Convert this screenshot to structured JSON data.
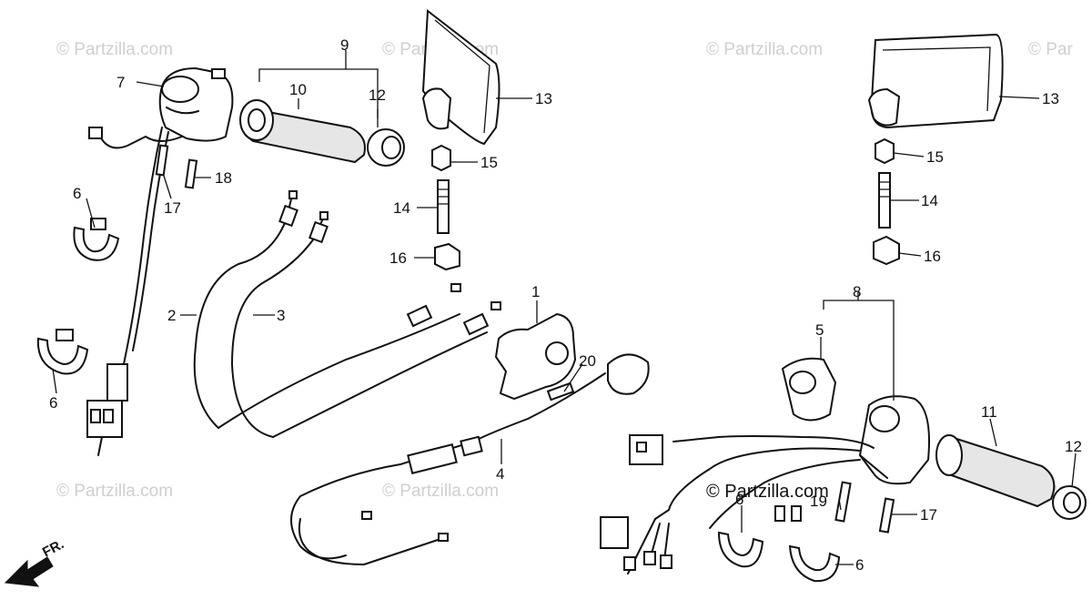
{
  "watermark": {
    "text": "© Partzilla.com",
    "cut_text": "© Par"
  },
  "direction_marker": {
    "label": "FR.",
    "icon": "arrow-forward-icon"
  },
  "callouts": {
    "c1": "1",
    "c2": "2",
    "c3": "3",
    "c4": "4",
    "c5": "5",
    "c6a": "6",
    "c6b": "6",
    "c6c": "6",
    "c6d": "6",
    "c7": "7",
    "c8": "8",
    "c9": "9",
    "c10": "10",
    "c11": "11",
    "c12a": "12",
    "c12b": "12",
    "c13a": "13",
    "c13b": "13",
    "c14a": "14",
    "c14b": "14",
    "c15a": "15",
    "c15b": "15",
    "c16a": "16",
    "c16b": "16",
    "c17a": "17",
    "c17b": "17",
    "c18": "18",
    "c19": "19",
    "c20": "20"
  },
  "colors": {
    "line": "#111111",
    "watermark": "#cfcfcf",
    "background": "#ffffff"
  }
}
